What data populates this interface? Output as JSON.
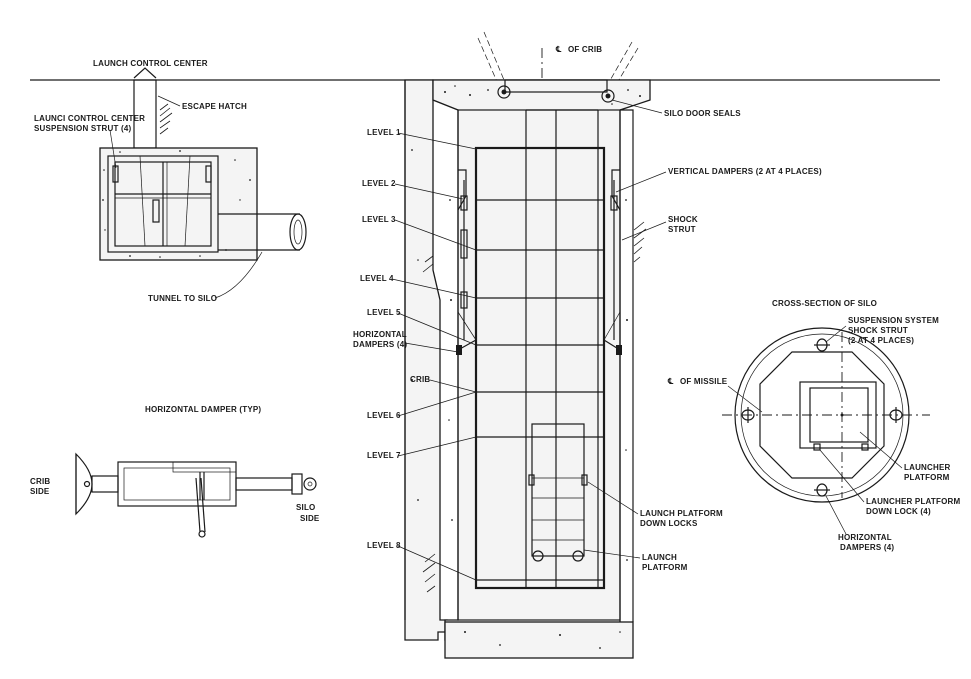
{
  "colors": {
    "ink": "#1a1a1a",
    "paper": "#ffffff",
    "concrete": "#f4f4f4"
  },
  "launch_control": {
    "title": "LAUNCH CONTROL CENTER",
    "escape_hatch": "ESCAPE HATCH",
    "strut_line1": "LAUNCI CONTROL CENTER",
    "strut_line2": "SUSPENSION STRUT (4)",
    "tunnel": "TUNNEL TO SILO"
  },
  "silo": {
    "centerline_symbol": "℄",
    "centerline_crib": "OF CRIB",
    "door_seals": "SILO DOOR SEALS",
    "vertical_dampers": "VERTICAL DAMPERS (2 AT 4 PLACES)",
    "shock_line1": "SHOCK",
    "shock_line2": "STRUT",
    "levels": [
      "LEVEL 1",
      "LEVEL 2",
      "LEVEL 3",
      "LEVEL 4",
      "LEVEL 5",
      "LEVEL 6",
      "LEVEL 7",
      "LEVEL 8"
    ],
    "horiz_line1": "HORIZONTAL",
    "horiz_line2": "DAMPERS (4)",
    "crib": "CRIB",
    "downlocks_line1": "LAUNCH PLATFORM",
    "downlocks_line2": "DOWN LOCKS",
    "platform_line1": "LAUNCH",
    "platform_line2": "PLATFORM"
  },
  "damper_detail": {
    "title": "HORIZONTAL DAMPER (TYP)",
    "crib_line1": "CRIB",
    "crib_line2": "SIDE",
    "silo_line1": "SILO",
    "silo_line2": "SIDE"
  },
  "cross_section": {
    "title": "CROSS-SECTION OF SILO",
    "susp_line1": "SUSPENSION SYSTEM",
    "susp_line2": "SHOCK STRUT",
    "susp_line3": "(2 AT 4 PLACES)",
    "missile_cl": "OF MISSILE",
    "launcher_line1": "LAUNCHER",
    "launcher_line2": "PLATFORM",
    "downlock_line1": "LAUNCHER PLATFORM",
    "downlock_line2": "DOWN LOCK (4)",
    "horiz_line1": "HORIZONTAL",
    "horiz_line2": "DAMPERS (4)"
  }
}
